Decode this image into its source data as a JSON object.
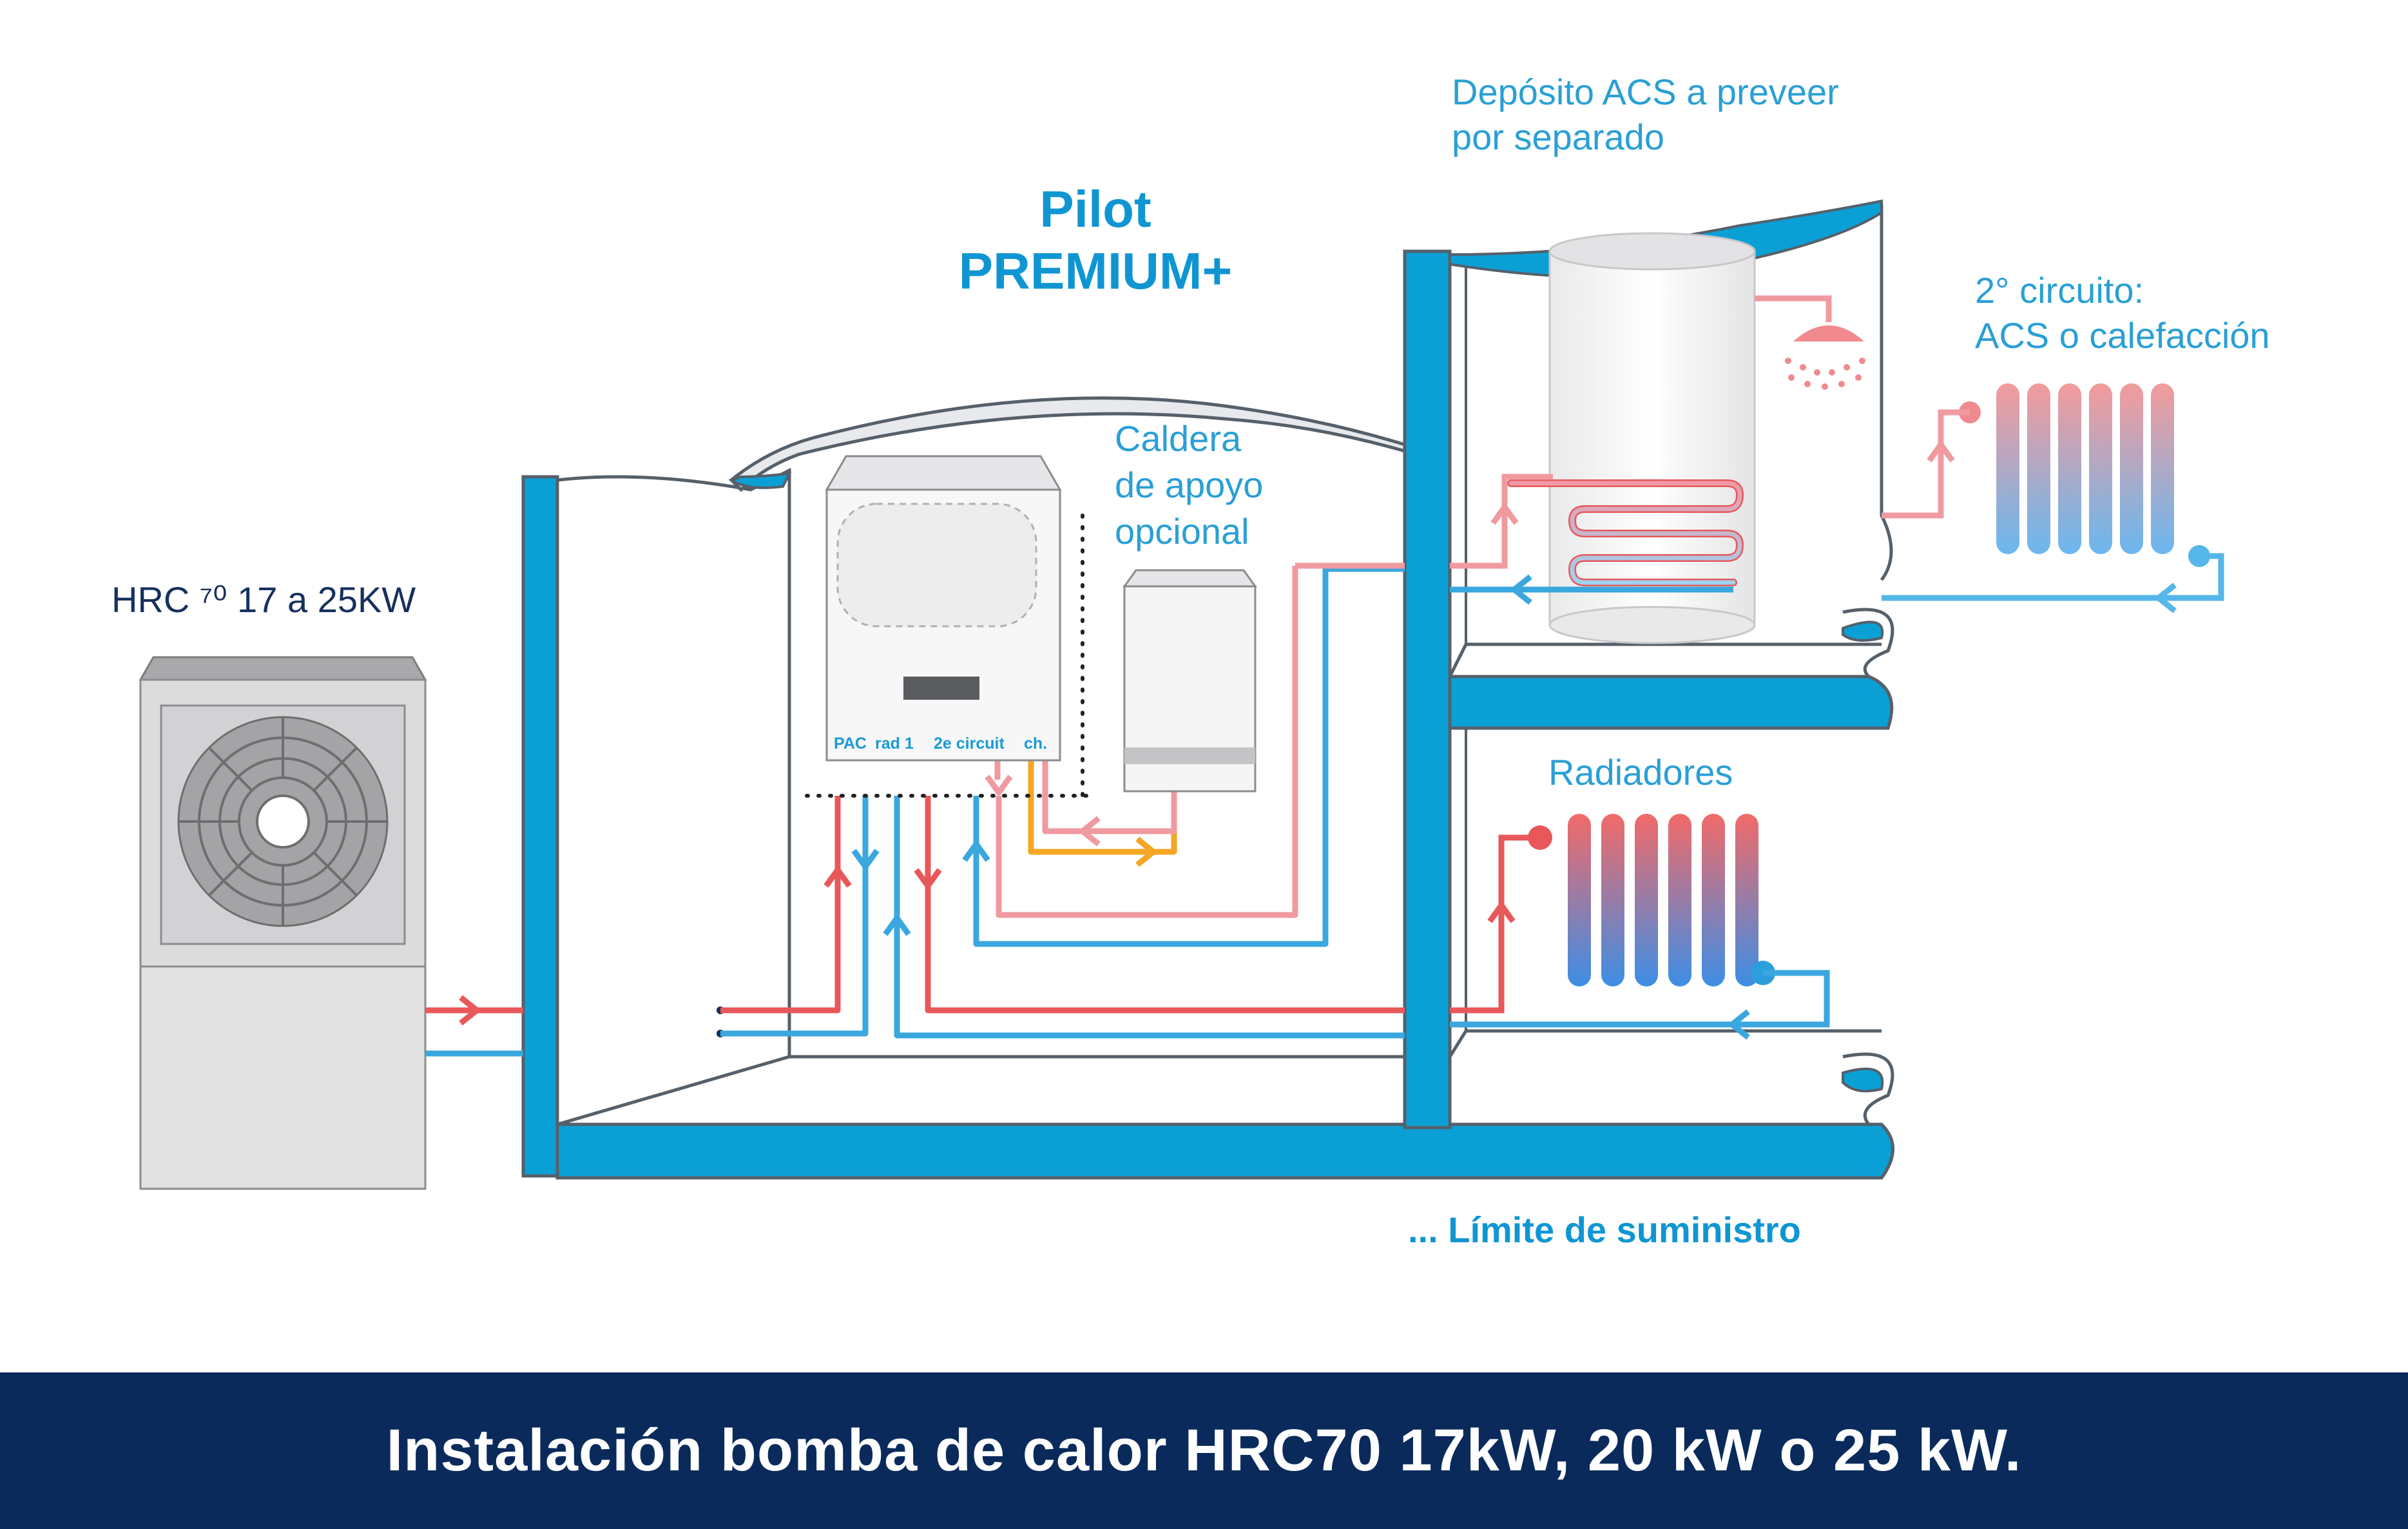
{
  "labels": {
    "pump_model": "HRC ⁷⁰ 17 a 25KW",
    "product_line1": "Pilot",
    "product_line2": "PREMIUM+",
    "boiler_line1": "Caldera",
    "boiler_line2": "de apoyo",
    "boiler_line3": "opcional",
    "tank_line1": "Depósito ACS a preveer",
    "tank_line2": "por separado",
    "circuit2_line1": "2° circuito:",
    "circuit2_line2": "ACS o calefacción",
    "radiators": "Radiadores",
    "supply_limit": "... Límite de suministro"
  },
  "controller_ports": [
    "PAC",
    "rad 1",
    "2e circuit",
    "ch."
  ],
  "caption": "Instalación bomba de calor HRC70 17kW, 20 kW o 25 kW.",
  "colors": {
    "hot": "#e8585a",
    "hot_light": "#f09aa0",
    "cold": "#3aa7de",
    "boiler_loop": "#f5a623",
    "wall": "#0aa0d6",
    "caption_bg": "#0a2a5c"
  }
}
